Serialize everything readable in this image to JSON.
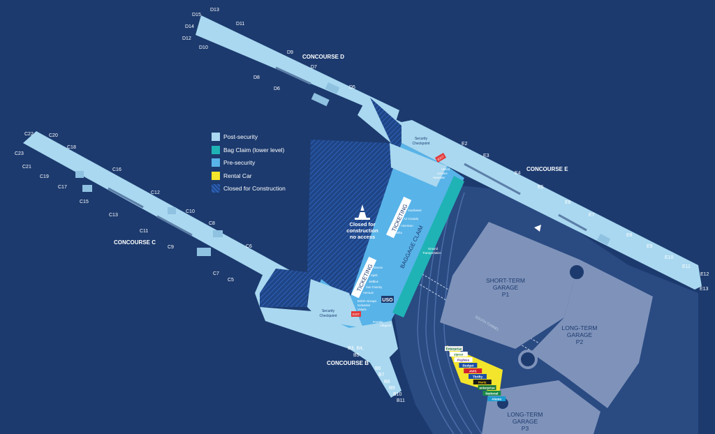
{
  "colors": {
    "background": "#1c3a6e",
    "post_security": "#a9d8f0",
    "bag_claim": "#1fb3b5",
    "pre_security": "#58b3e8",
    "rental_car": "#f3e52b",
    "construction": "#274f9a",
    "garage": "#7f93ba",
    "exit": "#e23a3a",
    "text_dark": "#1c3a6e"
  },
  "legend": {
    "items": [
      {
        "label": "Post-security",
        "color": "#a9d8f0",
        "icon": "solid-swatch"
      },
      {
        "label": "Bag Claim (lower level)",
        "color": "#1fb3b5",
        "icon": "solid-swatch"
      },
      {
        "label": "Pre-security",
        "color": "#58b3e8",
        "icon": "solid-swatch"
      },
      {
        "label": "Rental Car",
        "color": "#f3e52b",
        "icon": "solid-swatch"
      },
      {
        "label": "Closed for Construction",
        "color": "#274f9a",
        "icon": "hatched-swatch"
      }
    ]
  },
  "concourses": {
    "d": {
      "name": "CONCOURSE D",
      "gates": [
        "D15",
        "D13",
        "D14",
        "D11",
        "D12",
        "D10",
        "D9",
        "D7",
        "D8",
        "D6",
        "D5"
      ]
    },
    "c": {
      "name": "CONCOURSE C",
      "gates": [
        "C22",
        "C20",
        "C23",
        "C18",
        "C21",
        "C19",
        "C17",
        "C16",
        "C15",
        "C12",
        "C13",
        "C10",
        "C11",
        "C8",
        "C9",
        "C6",
        "C7",
        "C5"
      ]
    },
    "e": {
      "name": "CONCOURSE E",
      "gates": [
        "E2",
        "E3",
        "E4",
        "E5",
        "E6",
        "E7",
        "E8",
        "E9",
        "E10",
        "E11",
        "E12",
        "E13"
      ]
    },
    "b": {
      "name": "CONCOURSE B",
      "gates": [
        "B3, B4,",
        "B5",
        "B6",
        "B7",
        "B8",
        "B9",
        "B10",
        "B11"
      ]
    }
  },
  "construction": {
    "lines": [
      "Closed for",
      "construction",
      "no access"
    ],
    "icon": "traffic-cone-icon"
  },
  "checkpoints": {
    "north": [
      "Security",
      "Checkpoint"
    ],
    "south": [
      "Security",
      "Checkpoint"
    ]
  },
  "labels": {
    "ticketing": "TICKETING",
    "baggage_claim": "BAGGAGE CLAIM",
    "uso": "USO",
    "south_tunnel": "SOUTH TUNNEL",
    "exit": "EXIT",
    "ground_transportation": [
      "Ground",
      "Transportation"
    ]
  },
  "airlines": {
    "north": [
      "United",
      "Contour",
      "Hawaiian"
    ],
    "upper": [
      "Southwest",
      "Air Canada",
      "American",
      "Delta"
    ],
    "lower": [
      "Breeze",
      "Spirit",
      "JetBlue",
      "Sun Country",
      "AeroLat"
    ],
    "south": [
      "British Airways",
      "Icelandair",
      "Volaris"
    ],
    "south_two": [
      "Frontier",
      "Allegiant"
    ]
  },
  "garages": {
    "p1": [
      "SHORT-TERM",
      "GARAGE",
      "P1"
    ],
    "p2": [
      "LONG-TERM",
      "GARAGE",
      "P2"
    ],
    "p3": [
      "LONG-TERM",
      "GARAGE",
      "P3"
    ]
  },
  "rental_car": {
    "brands": [
      {
        "name": "Enterprise",
        "color": "#e8e8e8",
        "text": "#1c7a3a"
      },
      {
        "name": "zipcar",
        "color": "#ffffff",
        "text": "#2a7a2a"
      },
      {
        "name": "Payless",
        "color": "#ffffff",
        "text": "#5a2a8a"
      },
      {
        "name": "Budget",
        "color": "#1e4da8",
        "text": "#ffffff"
      },
      {
        "name": "AVIS",
        "color": "#d2202f",
        "text": "#ffffff"
      },
      {
        "name": "Thrifty",
        "color": "#1e4da8",
        "text": "#ffffff"
      },
      {
        "name": "Hertz",
        "color": "#1b1b1b",
        "text": "#ffd200"
      },
      {
        "name": "enterprise",
        "color": "#1f7a3a",
        "text": "#ffffff"
      },
      {
        "name": "National",
        "color": "#1a8a4a",
        "text": "#ffffff"
      },
      {
        "name": "Alamo",
        "color": "#1a9ad0",
        "text": "#ffffff"
      }
    ]
  }
}
